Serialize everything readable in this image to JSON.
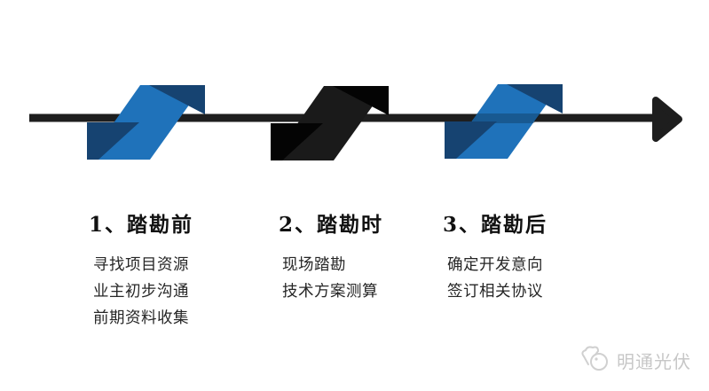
{
  "colors": {
    "background": "#ffffff",
    "line": "#1e1e1e",
    "ribbon_blue": "#1f72ba",
    "ribbon_blue_dark": "#164371",
    "ribbon_black": "#1a1a1a",
    "ribbon_black_dark": "#040404",
    "heading_text": "#111111",
    "body_text": "#262626",
    "watermark_gray": "#c7c7c7"
  },
  "icons": {
    "arrow": "arrow-right-icon",
    "marker": "folded-ribbon-marker",
    "watermark_logo": "cloud-circle-logo"
  },
  "timeline": {
    "stages": [
      {
        "heading": "1、踏勘前",
        "lines": [
          "寻找项目资源",
          "业主初步沟通",
          "前期资料收集"
        ]
      },
      {
        "heading": "2、踏勘时",
        "lines": [
          "现场踏勘",
          "技术方案测算"
        ]
      },
      {
        "heading": "3、踏勘后",
        "lines": [
          "确定开发意向",
          "签订相关协议"
        ]
      }
    ]
  },
  "watermark": {
    "brand": "明通光伏"
  }
}
